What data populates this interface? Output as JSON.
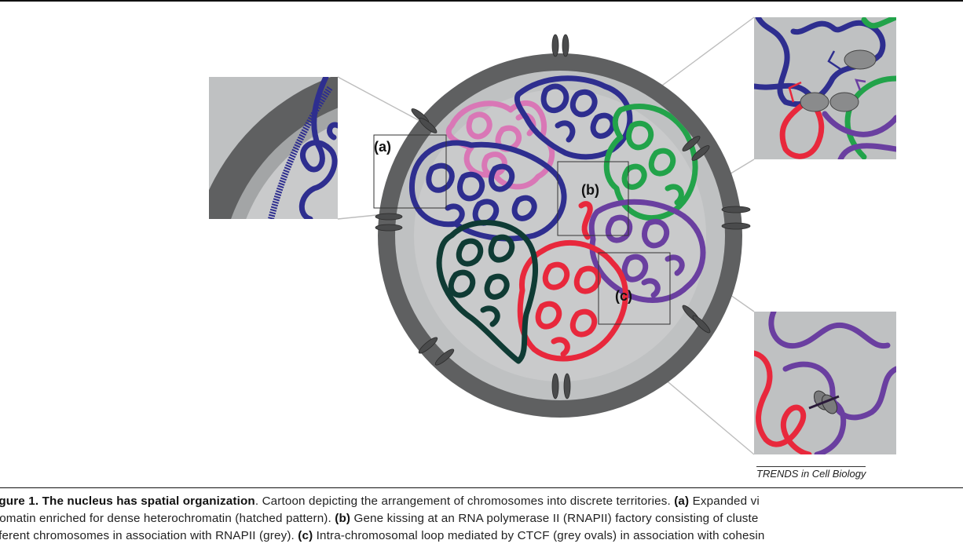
{
  "labels": {
    "a": "(a)",
    "b": "(b)",
    "c": "(c)"
  },
  "credit": "TRENDS in Cell Biology",
  "caption": {
    "line1_prefix": "igure 1. ",
    "line1_bold": "The nucleus has spatial organization",
    "line1_text": ". Cartoon depicting the arrangement of chromosomes into discrete territories. ",
    "line1_tag_a": "(a)",
    "line1_end": " Expanded vi",
    "line2_text": "romatin enriched for dense heterochromatin (hatched pattern). ",
    "line2_tag_b": "(b)",
    "line2_end": " Gene kissing at an RNA polymerase II (RNAPII) factory consisting of cluste",
    "line3_text": "fferent chromosomes in association with RNAPII (grey). ",
    "line3_tag_c": "(c)",
    "line3_end": " Intra-chromosomal loop mediated by CTCF (grey ovals) in association with cohesin"
  },
  "colors": {
    "envelope": "#5f6061",
    "nucleoplasm": "#bfc1c2",
    "blue": "#2e2e8f",
    "pink": "#d977b6",
    "green": "#22a34a",
    "purple": "#6a3fa0",
    "red": "#e8283c",
    "darkgreen": "#0f3b34",
    "pore": "#4a4b4c"
  }
}
